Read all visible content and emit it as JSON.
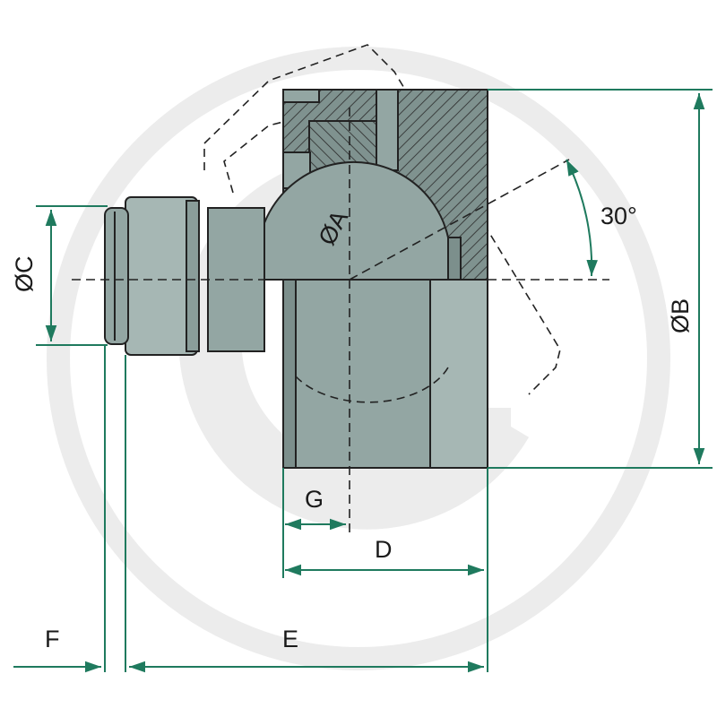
{
  "drawing": {
    "dimensions": {
      "a": "ØA",
      "b": "ØB",
      "c": "ØC",
      "d": "D",
      "e": "E",
      "f": "F",
      "g": "G"
    },
    "angle": "30°"
  },
  "colors": {
    "dimension_line": "#1f7a5e",
    "part_fill": "#93a6a3",
    "part_fill_dark": "#7c8f8c",
    "outline": "#222222",
    "watermark": "#ececec"
  }
}
